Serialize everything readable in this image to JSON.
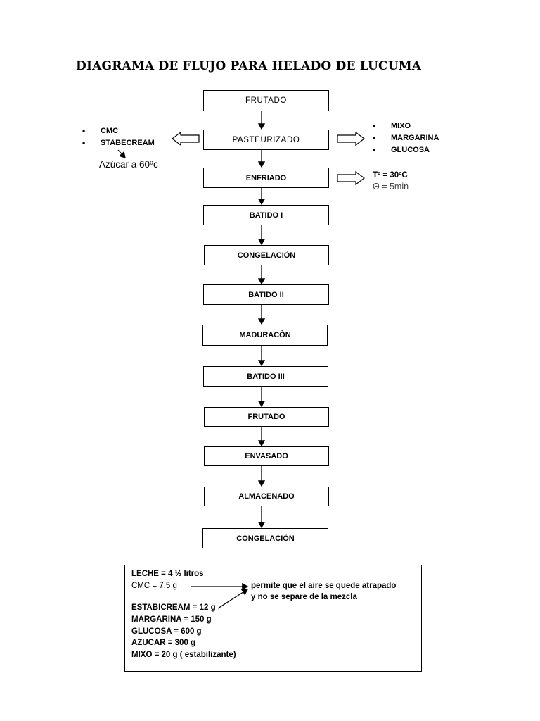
{
  "title": "DIAGRAMA DE FLUJO PARA HELADO DE LUCUMA",
  "steps": [
    "FRUTADO",
    "PASTEURIZADO",
    "ENFRIADO",
    "BATIDO I",
    "CONGELACIÒN",
    "BATIDO II",
    "MADURACÒN",
    "BATIDO III",
    "FRUTADO",
    "ENVASADO",
    "ALMACENADO",
    "CONGELACIÒN"
  ],
  "left_inputs": {
    "items": [
      "CMC",
      "STABECREAM"
    ],
    "note": "Azúcar a  60ºc"
  },
  "right_inputs": {
    "items": [
      "MIXO",
      "MARGARINA",
      "GLUCOSA"
    ]
  },
  "cooling": {
    "temp": "Tº = 30ºC",
    "time": "Θ = 5min"
  },
  "notes": {
    "lines": [
      "LECHE = 4 ½ litros",
      "CMC = 7.5 g",
      "ESTABICREAM = 12 g",
      "MARGARINA = 150 g",
      "GLUCOSA = 600 g",
      "AZUCAR = 300 g",
      "MIXO = 20 g ( estabilizante)"
    ],
    "comment_1": "permite que el aire se quede atrapado",
    "comment_2": "y no se separe de la mezcla"
  }
}
